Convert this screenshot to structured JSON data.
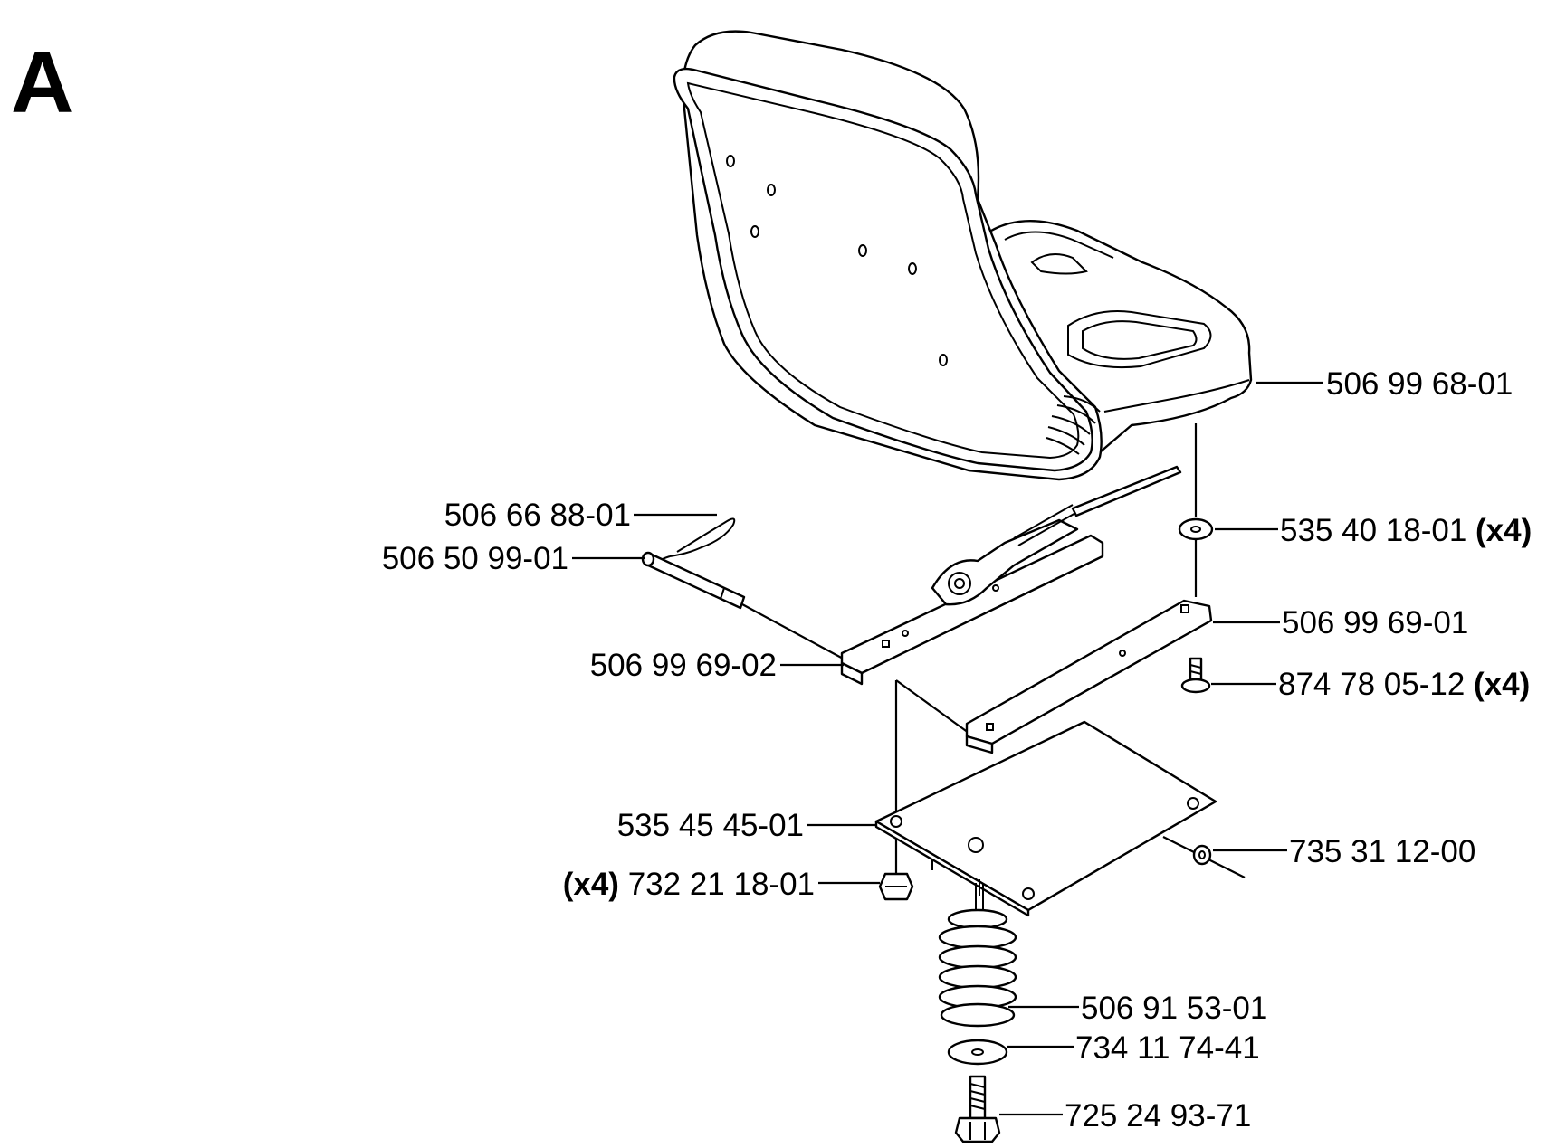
{
  "section_label": "A",
  "callouts": [
    {
      "id": "seat",
      "part_no": "506 99 68-01",
      "qty": ""
    },
    {
      "id": "washer-top",
      "part_no": "535 40 18-01",
      "qty": "(x4)"
    },
    {
      "id": "hair-pin",
      "part_no": "506 66 88-01",
      "qty": ""
    },
    {
      "id": "pin",
      "part_no": "506 50 99-01",
      "qty": ""
    },
    {
      "id": "rail-right",
      "part_no": "506 99 69-01",
      "qty": ""
    },
    {
      "id": "screw",
      "part_no": "874 78 05-12",
      "qty": "(x4)"
    },
    {
      "id": "rail-left",
      "part_no": "506 99 69-02",
      "qty": ""
    },
    {
      "id": "plate",
      "part_no": "535 45 45-01",
      "qty": ""
    },
    {
      "id": "clip",
      "part_no": "735 31 12-00",
      "qty": ""
    },
    {
      "id": "nut",
      "part_no": "732 21 18-01",
      "qty": "(x4)"
    },
    {
      "id": "spring",
      "part_no": "506 91 53-01",
      "qty": ""
    },
    {
      "id": "washer-bottom",
      "part_no": "734 11 74-41",
      "qty": ""
    },
    {
      "id": "bolt",
      "part_no": "725 24 93-71",
      "qty": ""
    }
  ]
}
